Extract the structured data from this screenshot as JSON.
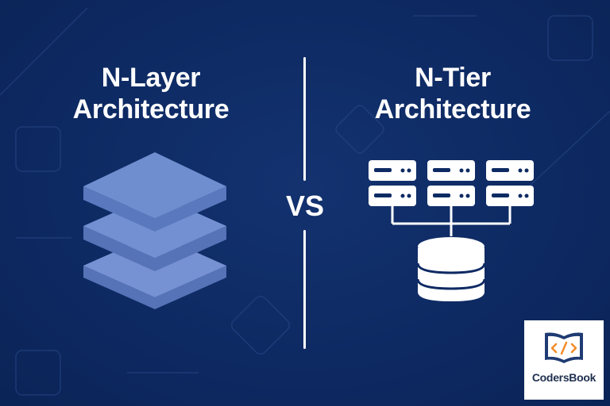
{
  "left": {
    "title_line1": "N-Layer",
    "title_line2": "Architecture"
  },
  "right": {
    "title_line1": "N-Tier",
    "title_line2": "Architecture"
  },
  "vs_label": "VS",
  "logo": {
    "text": "CodersBook"
  },
  "colors": {
    "background": "#0e2a63",
    "layer_top": "#6f8ecf",
    "layer_side": "#5673b8",
    "icon_white": "#ffffff",
    "logo_blue": "#1f3b73",
    "logo_orange": "#f28c28"
  },
  "icons": [
    "stacked-layers-icon",
    "server-icon",
    "database-icon",
    "book-code-icon"
  ]
}
